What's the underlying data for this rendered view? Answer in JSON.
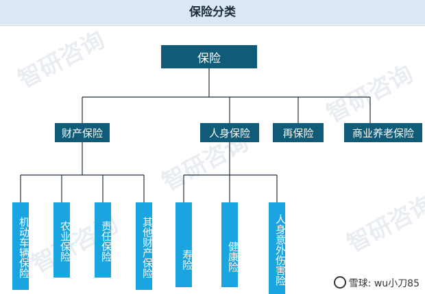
{
  "header": {
    "title": "保险分类"
  },
  "watermark": {
    "text": "智研咨询"
  },
  "tree": {
    "root": "保险",
    "branches": [
      {
        "label": "财产保险",
        "children": [
          "机动车辆保险",
          "农业保险",
          "责任保险",
          "其他财产保险"
        ]
      },
      {
        "label": "人身保险",
        "children": [
          "寿险",
          "健康险",
          "人身意外伤害险"
        ]
      },
      {
        "label": "再保险",
        "children": []
      },
      {
        "label": "商业养老保险",
        "children": []
      }
    ]
  },
  "credit": {
    "text": "雪球: wu小刀85"
  },
  "colors": {
    "dark_node": "#0f5b78",
    "light_node": "#1aa5e0",
    "line": "#1f2f3d",
    "header_bg": "#dbe7f4"
  }
}
